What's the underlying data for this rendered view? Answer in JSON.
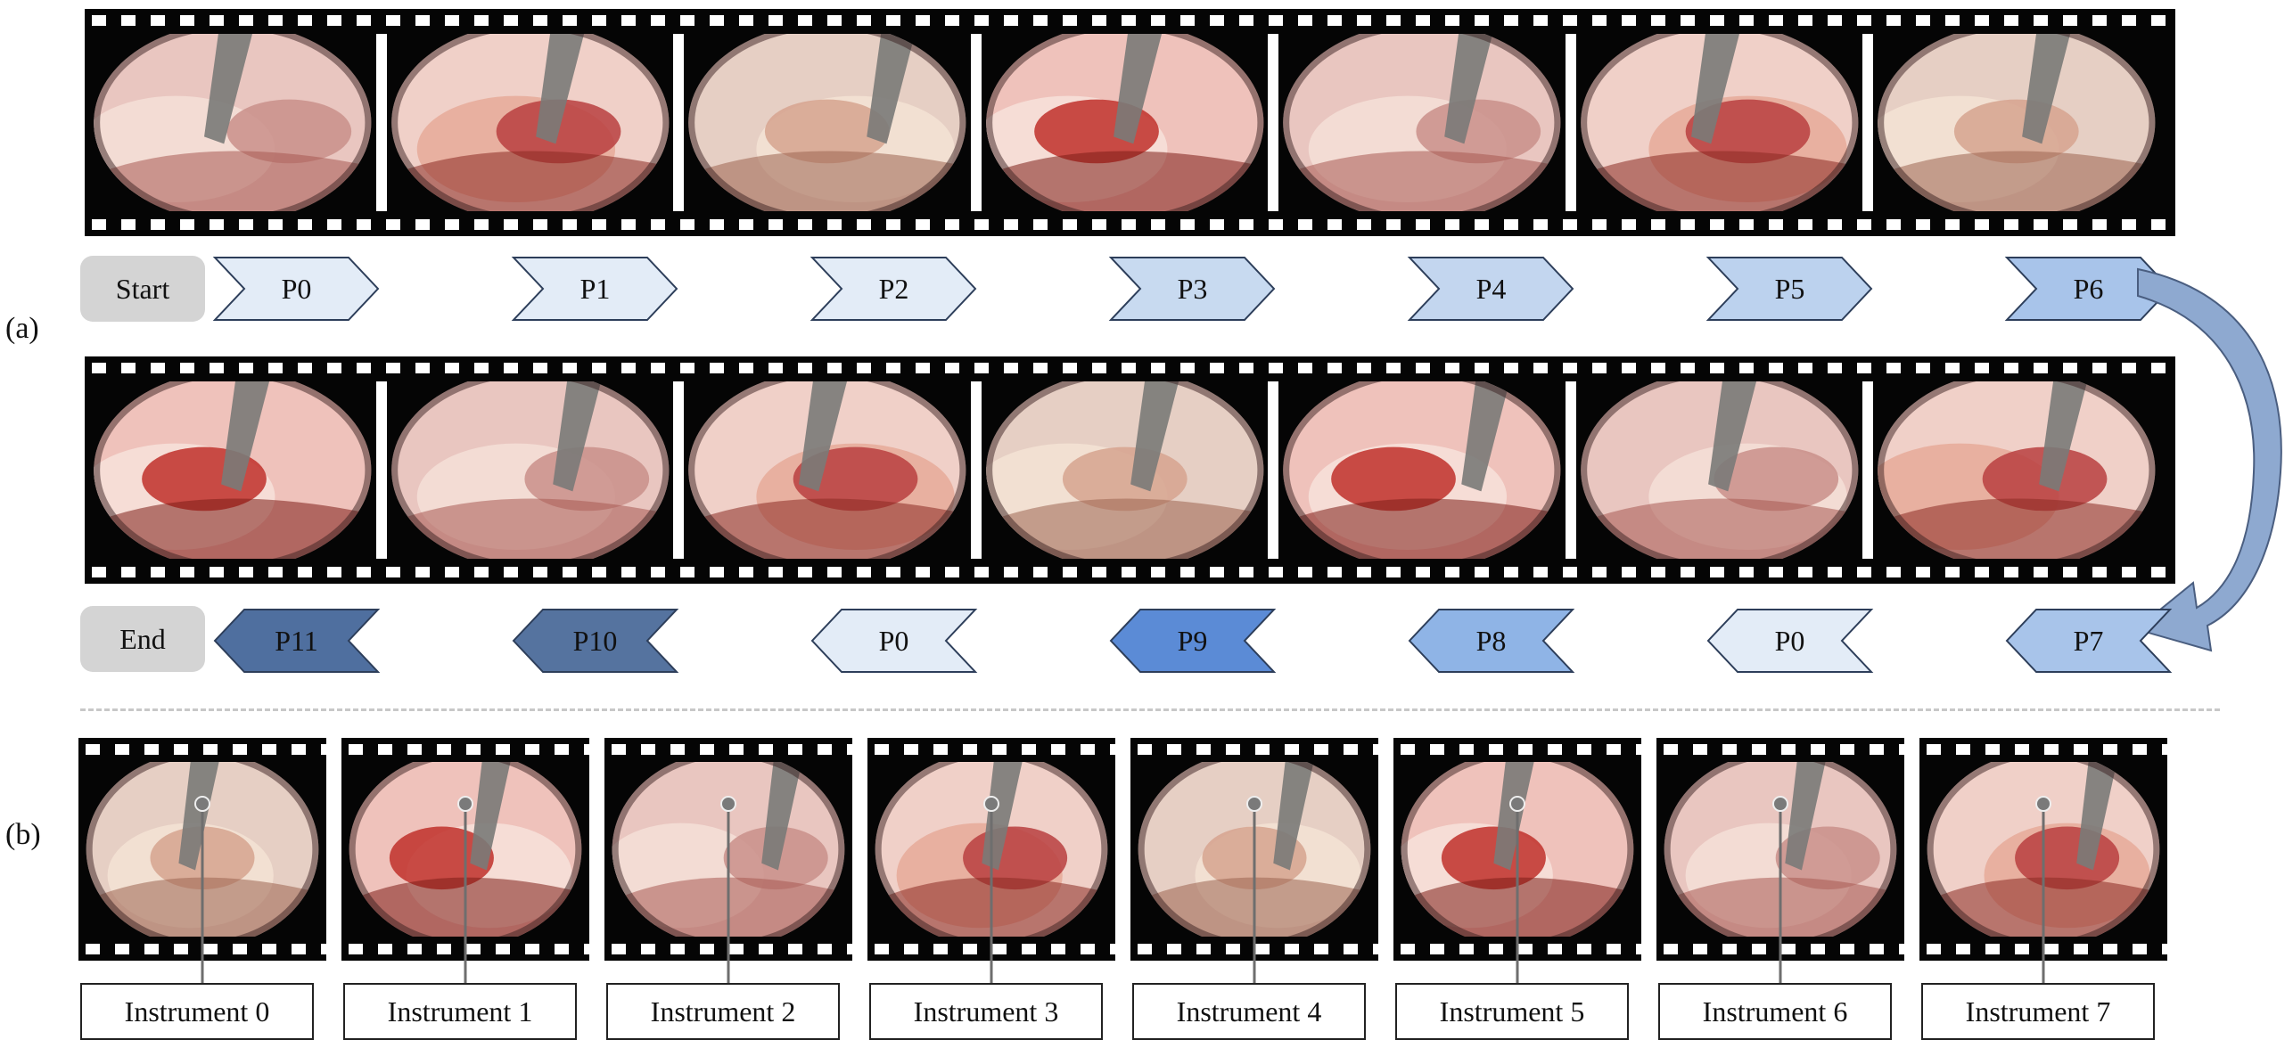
{
  "labels": {
    "a": "(a)",
    "b": "(b)"
  },
  "phase_sequence": {
    "start": "Start",
    "end": "End",
    "row1": [
      {
        "label": "P0",
        "color": "#e3ecf7"
      },
      {
        "label": "P1",
        "color": "#e3ecf7"
      },
      {
        "label": "P2",
        "color": "#e3ecf7"
      },
      {
        "label": "P3",
        "color": "#c8daf0"
      },
      {
        "label": "P4",
        "color": "#c3d6ef"
      },
      {
        "label": "P5",
        "color": "#bcd2ee"
      },
      {
        "label": "P6",
        "color": "#a8c4ea"
      }
    ],
    "row2": [
      {
        "label": "P11",
        "color": "#4f6f9f"
      },
      {
        "label": "P10",
        "color": "#55739f"
      },
      {
        "label": "P0",
        "color": "#e3ecf7"
      },
      {
        "label": "P9",
        "color": "#5b8bd6"
      },
      {
        "label": "P8",
        "color": "#8fb4e6"
      },
      {
        "label": "P0",
        "color": "#e3ecf7"
      },
      {
        "label": "P7",
        "color": "#a8c4ea"
      }
    ]
  },
  "instruments": [
    "Instrument 0",
    "Instrument 1",
    "Instrument 2",
    "Instrument 3",
    "Instrument 4",
    "Instrument 5",
    "Instrument 6",
    "Instrument 7"
  ],
  "colors": {
    "tissue_light": "#d8a8a8",
    "tissue_red": "#b01818",
    "connector_arrow": "#8ea9d0"
  }
}
